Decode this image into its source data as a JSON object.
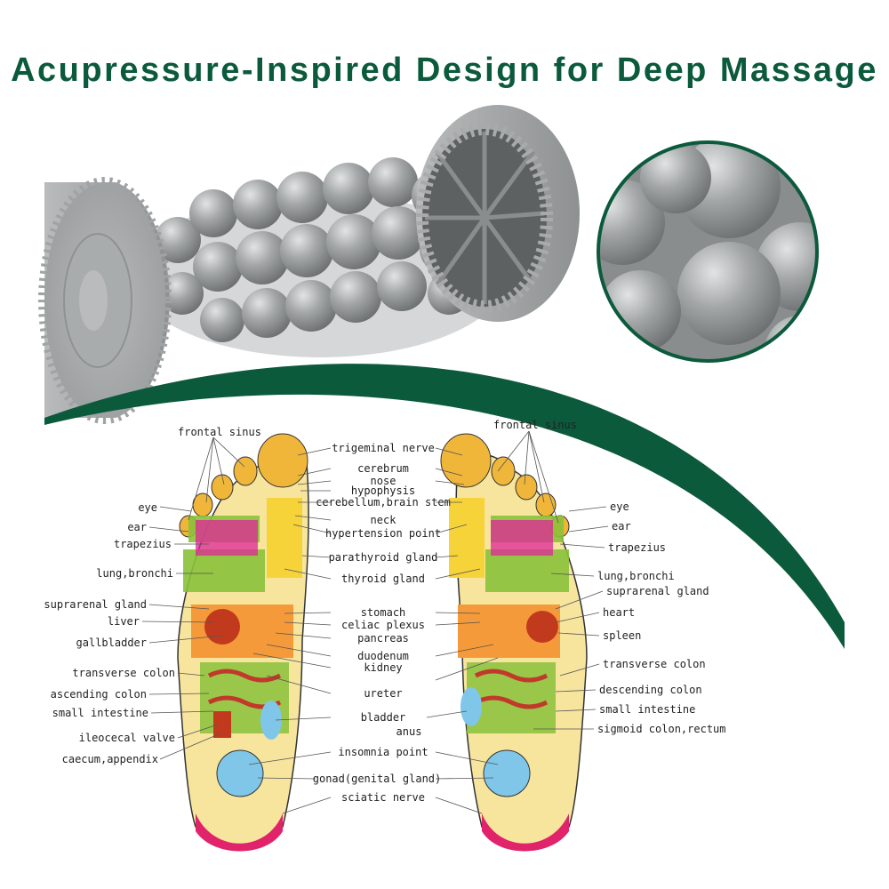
{
  "headline": "Acupressure-Inspired Design for Deep Massage",
  "colors": {
    "brand": "#0c5a3c",
    "roller": "#9c9fa0",
    "roller_dark": "#6f7273",
    "roller_light": "#c6c8c8"
  },
  "left_foot_labels": {
    "frontal_sinus": "frontal sinus",
    "eye": "eye",
    "ear": "ear",
    "trapezius": "trapezius",
    "lung_bronchi": "lung,bronchi",
    "suprarenal_gland": "suprarenal gland",
    "liver": "liver",
    "gallbladder": "gallbladder",
    "transverse_colon": "transverse colon",
    "ascending_colon": "ascending colon",
    "small_intestine": "small intestine",
    "ileocecal_valve": "ileocecal valve",
    "caecum_appendix": "caecum,appendix"
  },
  "center_labels": {
    "trigeminal_nerve": "trigeminal nerve",
    "cerebrum": "cerebrum",
    "nose": "nose",
    "hypophysis": "hypophysis",
    "cerebellum_brain_stem": "cerebellum,brain stem",
    "neck": "neck",
    "hypertension_point": "hypertension point",
    "parathyroid_gland": "parathyroid gland",
    "thyroid_gland": "thyroid gland",
    "stomach": "stomach",
    "celiac_plexus": "celiac plexus",
    "pancreas": "pancreas",
    "duodenum": "duodenum",
    "kidney": "kidney",
    "ureter": "ureter",
    "bladder": "bladder",
    "anus": "anus",
    "insomnia_point": "insomnia point",
    "gonad": "gonad(genital gland)",
    "sciatic_nerve": "sciatic nerve"
  },
  "right_foot_labels": {
    "frontal_sinus": "frontal sinus",
    "eye": "eye",
    "ear": "ear",
    "trapezius": "trapezius",
    "lung_bronchi": "lung,bronchi",
    "suprarenal_gland": "suprarenal gland",
    "heart": "heart",
    "spleen": "spleen",
    "transverse_colon": "transverse colon",
    "descending_colon": "descending colon",
    "small_intestine": "small intestine",
    "sigmoid_colon_rectum": "sigmoid colon,rectum"
  }
}
